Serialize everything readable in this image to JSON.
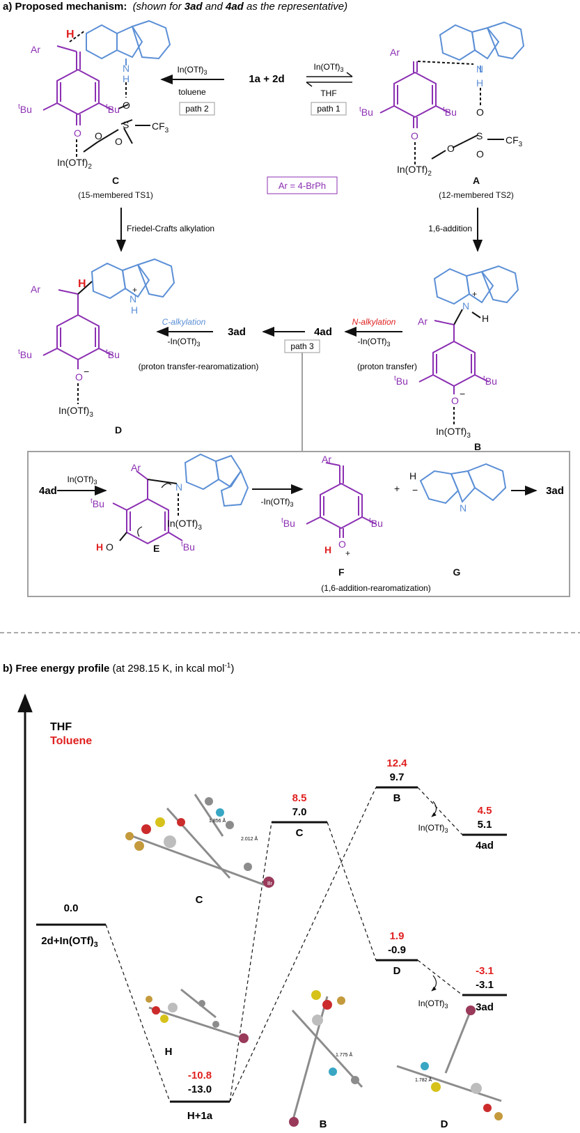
{
  "colors": {
    "black": "#111111",
    "blue": "#5b8fd6",
    "purple": "#8b2fb2",
    "red": "#e02020",
    "gray": "#a0a0a0",
    "ball_gray": "#8c8c8c",
    "ball_red": "#cc2b2b",
    "ball_yellow": "#d6c21a",
    "ball_tan": "#c49a3c",
    "ball_teal": "#39a7c4",
    "ball_maroon": "#9a3a5a"
  },
  "partA": {
    "title_bold": "a) Proposed mechanism:",
    "title_italic_1": "(shown for ",
    "title_italic_bold_1": "3ad",
    "title_italic_2": " and ",
    "title_italic_bold_2": "4ad",
    "title_italic_3": " as the representative)",
    "reactants": "1a + 2d",
    "catalyst": "In(OTf)3",
    "cat_main": "In(OTf)",
    "cat_sub": "3",
    "cat2_main": "In(OTf)",
    "cat2_sub": "2",
    "minus_cat_main": "-In(OTf)",
    "solvent_left": "toluene",
    "solvent_right": "THF",
    "path1": "path 1",
    "path2": "path 2",
    "path3": "path 3",
    "labelA": "A",
    "labelB": "B",
    "labelC": "C",
    "labelD": "D",
    "labelE": "E",
    "labelF": "F",
    "labelG": "G",
    "tsA": "(12-membered TS2)",
    "tsC": "(15-membered TS1)",
    "ar_box": "Ar = 4-BrPh",
    "step_left": "Friedel-Crafts alkylation",
    "step_right": "1,6-addition",
    "c_alkylation": "C-alkylation",
    "n_alkylation": "N-alkylation",
    "product_3ad": "3ad",
    "product_4ad": "4ad",
    "left_note": "(proton transfer-rearomatization)",
    "right_note": "(proton transfer)",
    "bottom_note": "(1,6-addition-rearomatization)",
    "atoms": {
      "Ar": "Ar",
      "tBu_sup": "t",
      "tBu": "Bu",
      "H": "H",
      "N": "N",
      "O": "O",
      "S": "S",
      "CF3": "CF",
      "F_sub": "3",
      "plus": "+",
      "minus": "−"
    }
  },
  "partB": {
    "title_bold": "b) Free energy profile",
    "title_rest": " (at 298.15 K, in kcal mol",
    "title_sup": "-1",
    "title_end": ")",
    "legend_thf": "THF",
    "legend_toluene": "Toluene",
    "levels": [
      {
        "name": "start",
        "label": "2d+In(OTf)",
        "label_sub": "3",
        "thf": "0.0",
        "toluene": ""
      },
      {
        "name": "h1a",
        "label": "H+1a",
        "label_sub": "",
        "thf": "-13.0",
        "toluene": "-10.8"
      },
      {
        "name": "C",
        "label": "C",
        "label_sub": "",
        "thf": "7.0",
        "toluene": "8.5"
      },
      {
        "name": "B",
        "label": "B",
        "label_sub": "",
        "thf": "9.7",
        "toluene": "12.4"
      },
      {
        "name": "D",
        "label": "D",
        "label_sub": "",
        "thf": "-0.9",
        "toluene": "1.9"
      },
      {
        "name": "4ad",
        "label": "4ad",
        "label_sub": "",
        "thf": "5.1",
        "toluene": "4.5"
      },
      {
        "name": "3ad",
        "label": "3ad",
        "label_sub": "",
        "thf": "-3.1",
        "toluene": "-3.1"
      }
    ],
    "cat_off_1": "In(OTf)3",
    "cat_off_2": "In(OTf)3",
    "structures": {
      "C": "C",
      "H": "H",
      "B": "B",
      "D": "D"
    },
    "distances": {
      "C_1": "1.856 Å",
      "C_2": "2.012 Å",
      "B_1": "1.775 Å",
      "D_1": "1.782 Å"
    },
    "br": "Br"
  }
}
